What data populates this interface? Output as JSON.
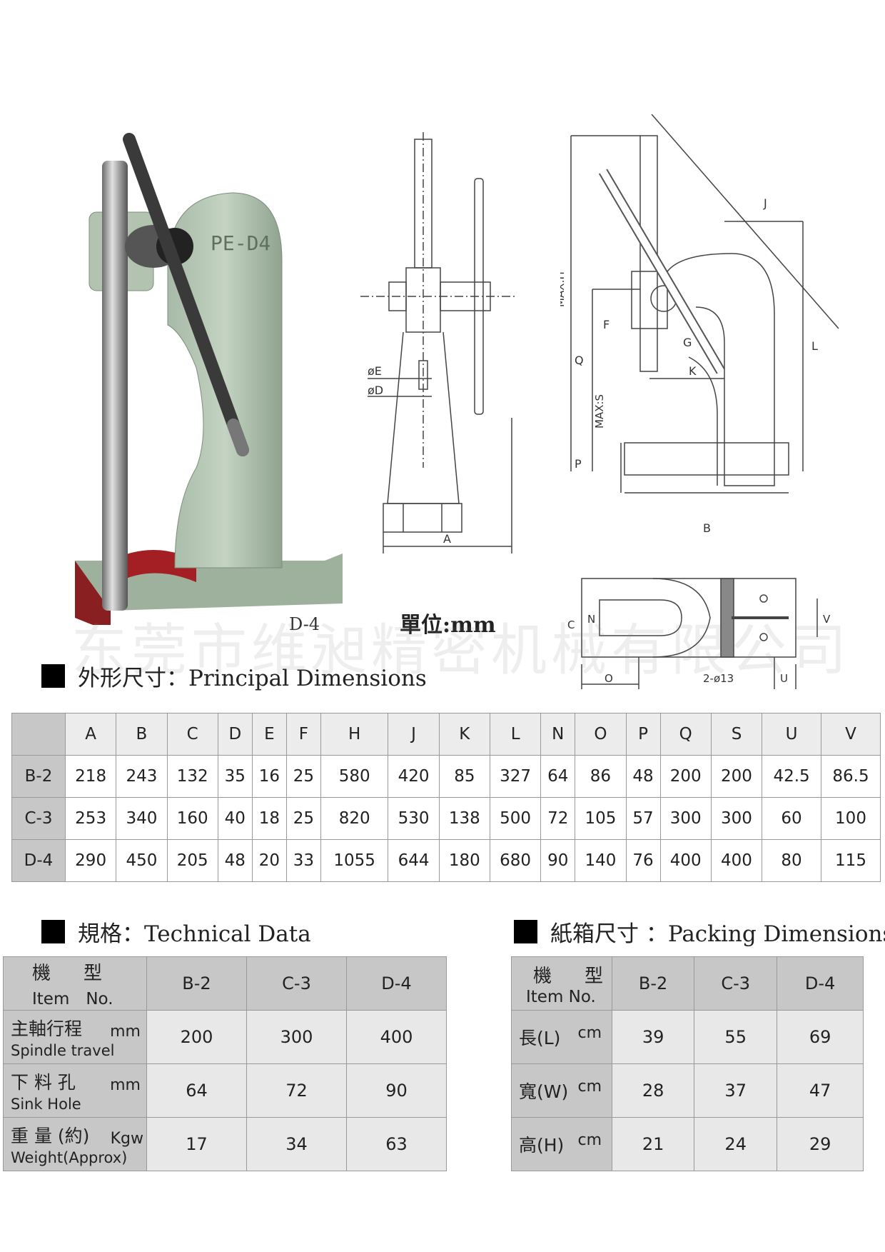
{
  "photo": {
    "model_plate": "PE-D4",
    "model_caption": "D-4",
    "unit_caption": "單位:mm"
  },
  "watermark": "东莞市维昶精密机械有限公司",
  "drawing_labels": {
    "front": [
      "øE",
      "øD",
      "A"
    ],
    "side": [
      "MAX:H",
      "J",
      "L",
      "G",
      "F",
      "K",
      "Q",
      "MAX:S",
      "P",
      "B"
    ],
    "top": [
      "C",
      "N",
      "V",
      "O",
      "2-ø13",
      "U"
    ]
  },
  "sections": {
    "dimensions": "外形尺寸：Principal Dimensions",
    "technical": "規格：Technical Data",
    "packing": "紙箱尺寸 ：Packing Dimensions"
  },
  "dimensions_table": {
    "columns": [
      "A",
      "B",
      "C",
      "D",
      "E",
      "F",
      "H",
      "J",
      "K",
      "L",
      "N",
      "O",
      "P",
      "Q",
      "S",
      "U",
      "V"
    ],
    "rows": [
      {
        "model": "B-2",
        "values": [
          "218",
          "243",
          "132",
          "35",
          "16",
          "25",
          "580",
          "420",
          "85",
          "327",
          "64",
          "86",
          "48",
          "200",
          "200",
          "42.5",
          "86.5"
        ]
      },
      {
        "model": "C-3",
        "values": [
          "253",
          "340",
          "160",
          "40",
          "18",
          "25",
          "820",
          "530",
          "138",
          "500",
          "72",
          "105",
          "57",
          "300",
          "300",
          "60",
          "100"
        ]
      },
      {
        "model": "D-4",
        "values": [
          "290",
          "450",
          "205",
          "48",
          "20",
          "33",
          "1055",
          "644",
          "180",
          "680",
          "90",
          "140",
          "76",
          "400",
          "400",
          "80",
          "115"
        ]
      }
    ]
  },
  "technical_table": {
    "header_zh": "機　型",
    "header_en": "Item　No.",
    "models": [
      "B-2",
      "C-3",
      "D-4"
    ],
    "rows": [
      {
        "zh": "主軸行程",
        "unit": "mm",
        "en": "Spindle travel",
        "values": [
          "200",
          "300",
          "400"
        ]
      },
      {
        "zh": "下 料 孔",
        "unit": "mm",
        "en": "Sink Hole",
        "values": [
          "64",
          "72",
          "90"
        ]
      },
      {
        "zh": "重 量 (約)",
        "unit": "Kgw",
        "en": "Weight(Approx)",
        "values": [
          "17",
          "34",
          "63"
        ]
      }
    ]
  },
  "packing_table": {
    "header_zh": "機　型",
    "header_en": "Item No.",
    "models": [
      "B-2",
      "C-3",
      "D-4"
    ],
    "rows": [
      {
        "label": "長(L)",
        "unit": "cm",
        "values": [
          "39",
          "55",
          "69"
        ]
      },
      {
        "label": "寬(W)",
        "unit": "cm",
        "values": [
          "28",
          "37",
          "47"
        ]
      },
      {
        "label": "高(H)",
        "unit": "cm",
        "values": [
          "21",
          "24",
          "29"
        ]
      }
    ]
  }
}
